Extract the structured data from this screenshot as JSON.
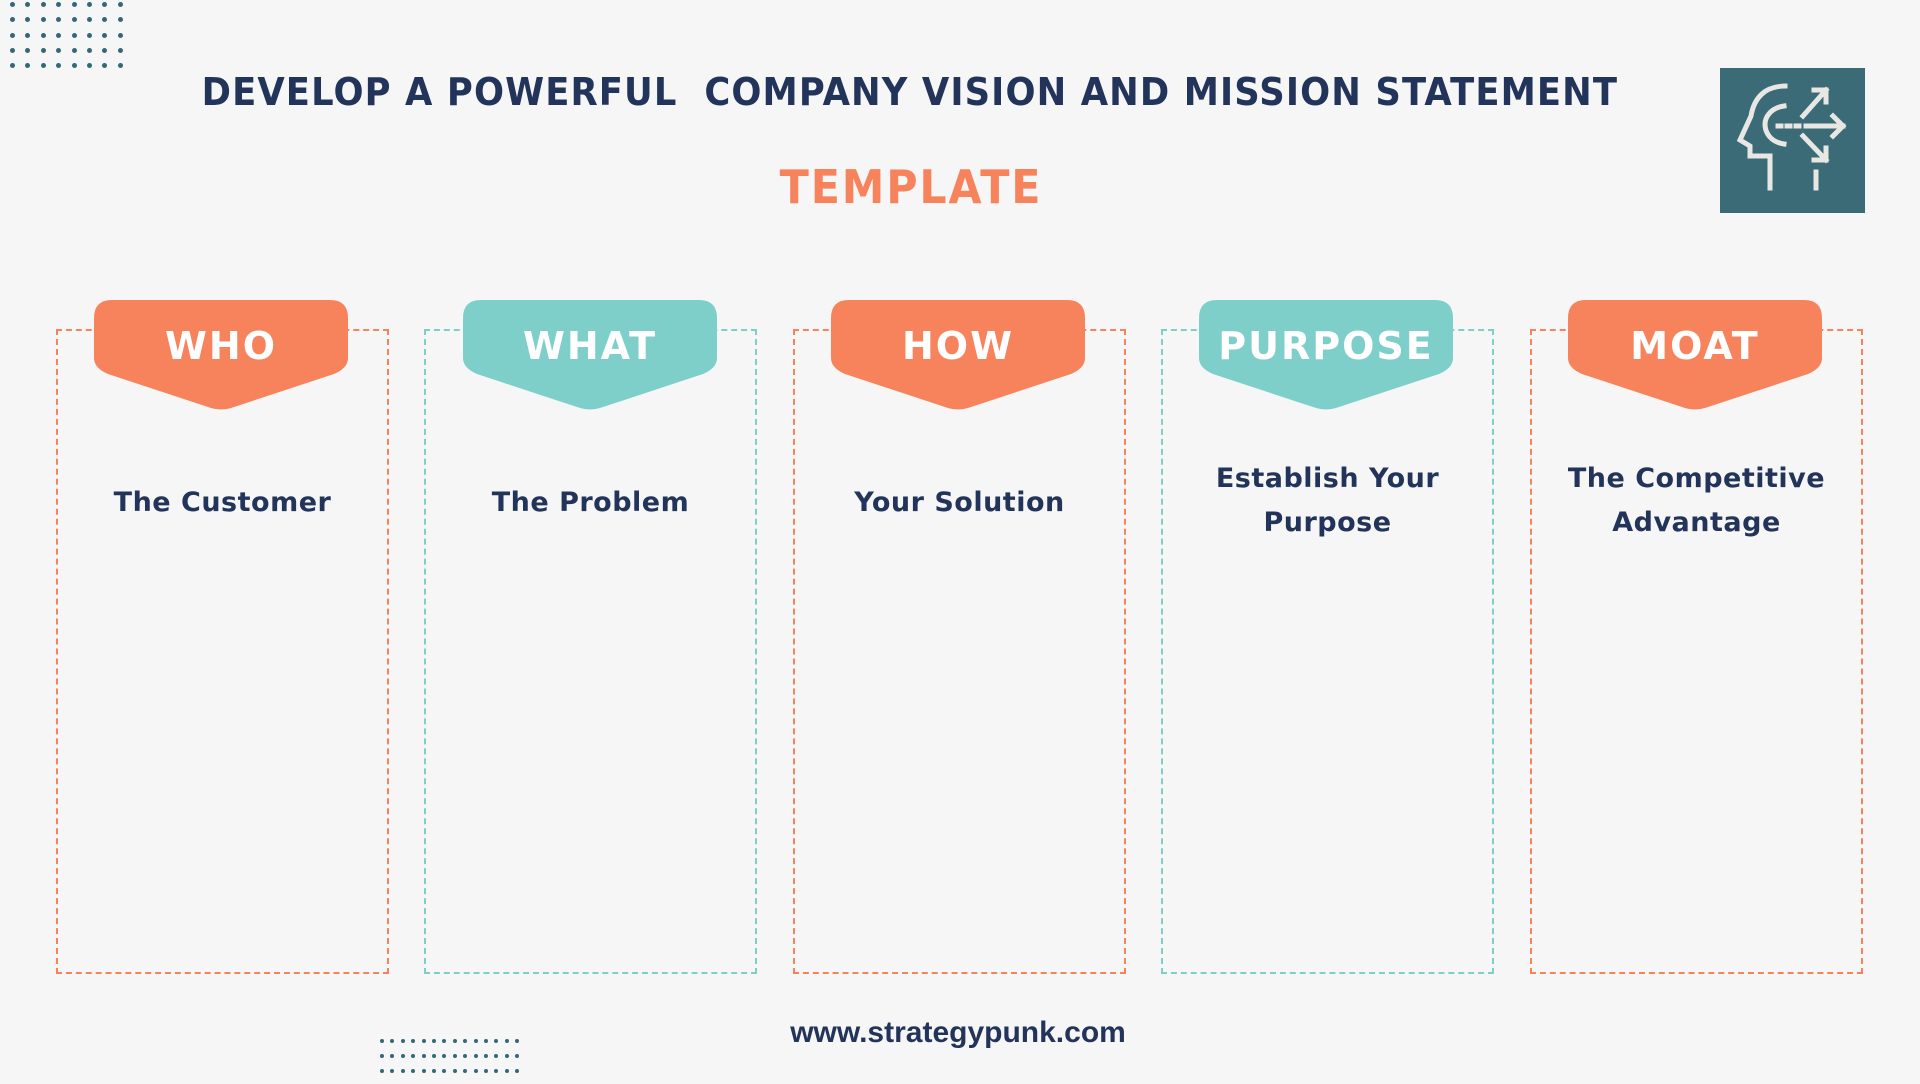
{
  "header": {
    "title": "DEVELOP A POWERFUL  COMPANY VISION AND MISSION STATEMENT",
    "subtitle": "TEMPLATE",
    "logo_icon": "head-with-arrows-icon"
  },
  "colors": {
    "background": "#f6f6f6",
    "navy": "#22345a",
    "orange": "#f7835c",
    "teal": "#7ecfca",
    "logo_bg": "#3b6b77",
    "dots": "#346878"
  },
  "columns": [
    {
      "badge": "WHO",
      "color": "orange",
      "text": "The Customer"
    },
    {
      "badge": "WHAT",
      "color": "teal",
      "text": "The Problem"
    },
    {
      "badge": "HOW",
      "color": "orange",
      "text": "Your Solution"
    },
    {
      "badge": "PURPOSE",
      "color": "teal",
      "text_lines": [
        "Establish Your",
        "Purpose"
      ]
    },
    {
      "badge": "MOAT",
      "color": "orange",
      "text_lines": [
        "The Competitive",
        "Advantage"
      ]
    }
  ],
  "footer": {
    "website": "www.strategypunk.com"
  }
}
